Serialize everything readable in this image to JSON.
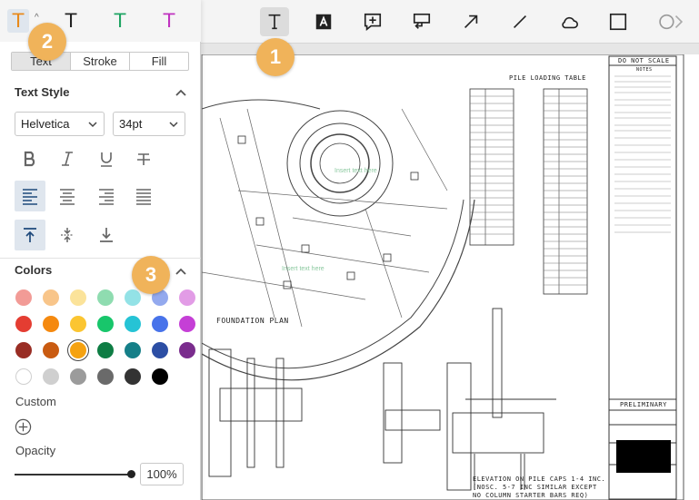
{
  "toolbar": {
    "tools": [
      {
        "name": "text-tool",
        "active": true
      },
      {
        "name": "free-text-box-tool"
      },
      {
        "name": "comment-add-tool"
      },
      {
        "name": "callout-tool"
      },
      {
        "name": "arrow-tool"
      },
      {
        "name": "line-tool"
      },
      {
        "name": "cloud-tool"
      },
      {
        "name": "rectangle-tool"
      },
      {
        "name": "more-tools"
      }
    ]
  },
  "panel": {
    "text_variants": [
      {
        "letter": "T",
        "color": "#e8891a"
      },
      {
        "letter": "T",
        "color": "#222222"
      },
      {
        "letter": "T",
        "color": "#1fa463"
      },
      {
        "letter": "T",
        "color": "#c033c0"
      }
    ],
    "tabs": [
      "Text",
      "Stroke",
      "Fill"
    ],
    "text_style_title": "Text Style",
    "font_family": "Helvetica",
    "font_size": "34pt",
    "colors_title": "Colors",
    "swatch_rows": [
      [
        "#f29b96",
        "#f8c58a",
        "#fbe39a",
        "#8fdcb0",
        "#93e2e6",
        "#93a9ee",
        "#e29ce6"
      ],
      [
        "#e43d32",
        "#f5890f",
        "#fbc531",
        "#18c66b",
        "#26c3d5",
        "#4873ea",
        "#c53fd6"
      ],
      [
        "#992d24",
        "#c95b11",
        "#f5a211",
        "#0e7d44",
        "#157f88",
        "#2c4ea4",
        "#7a2c8d"
      ],
      [
        "#ffffff",
        "#cfcfcf",
        "#9b9b9b",
        "#6a6a6a",
        "#333333",
        "#000000"
      ]
    ],
    "selected_swatch": "#f5a211",
    "custom_label": "Custom",
    "opacity_label": "Opacity",
    "opacity_value": "100%"
  },
  "markers": {
    "one": "1",
    "two": "2",
    "three": "3"
  },
  "document": {
    "pile_table_title": "PILE LOADING TABLE",
    "plan_title": "FOUNDATION PLAN",
    "do_not_scale": "DO NOT SCALE",
    "notes_title": "NOTES",
    "preliminary": "PRELIMINARY",
    "elevation_title_1": "ELEVATION ON PILE CAPS 1-4 INC.",
    "elevation_title_2": "(NOSC. 5-7 INC SIMILAR EXCEPT",
    "elevation_title_3": "NO COLUMN STARTER BARS REQ)",
    "watermark_1": "Insert text here",
    "watermark_2": "Insert text here"
  }
}
